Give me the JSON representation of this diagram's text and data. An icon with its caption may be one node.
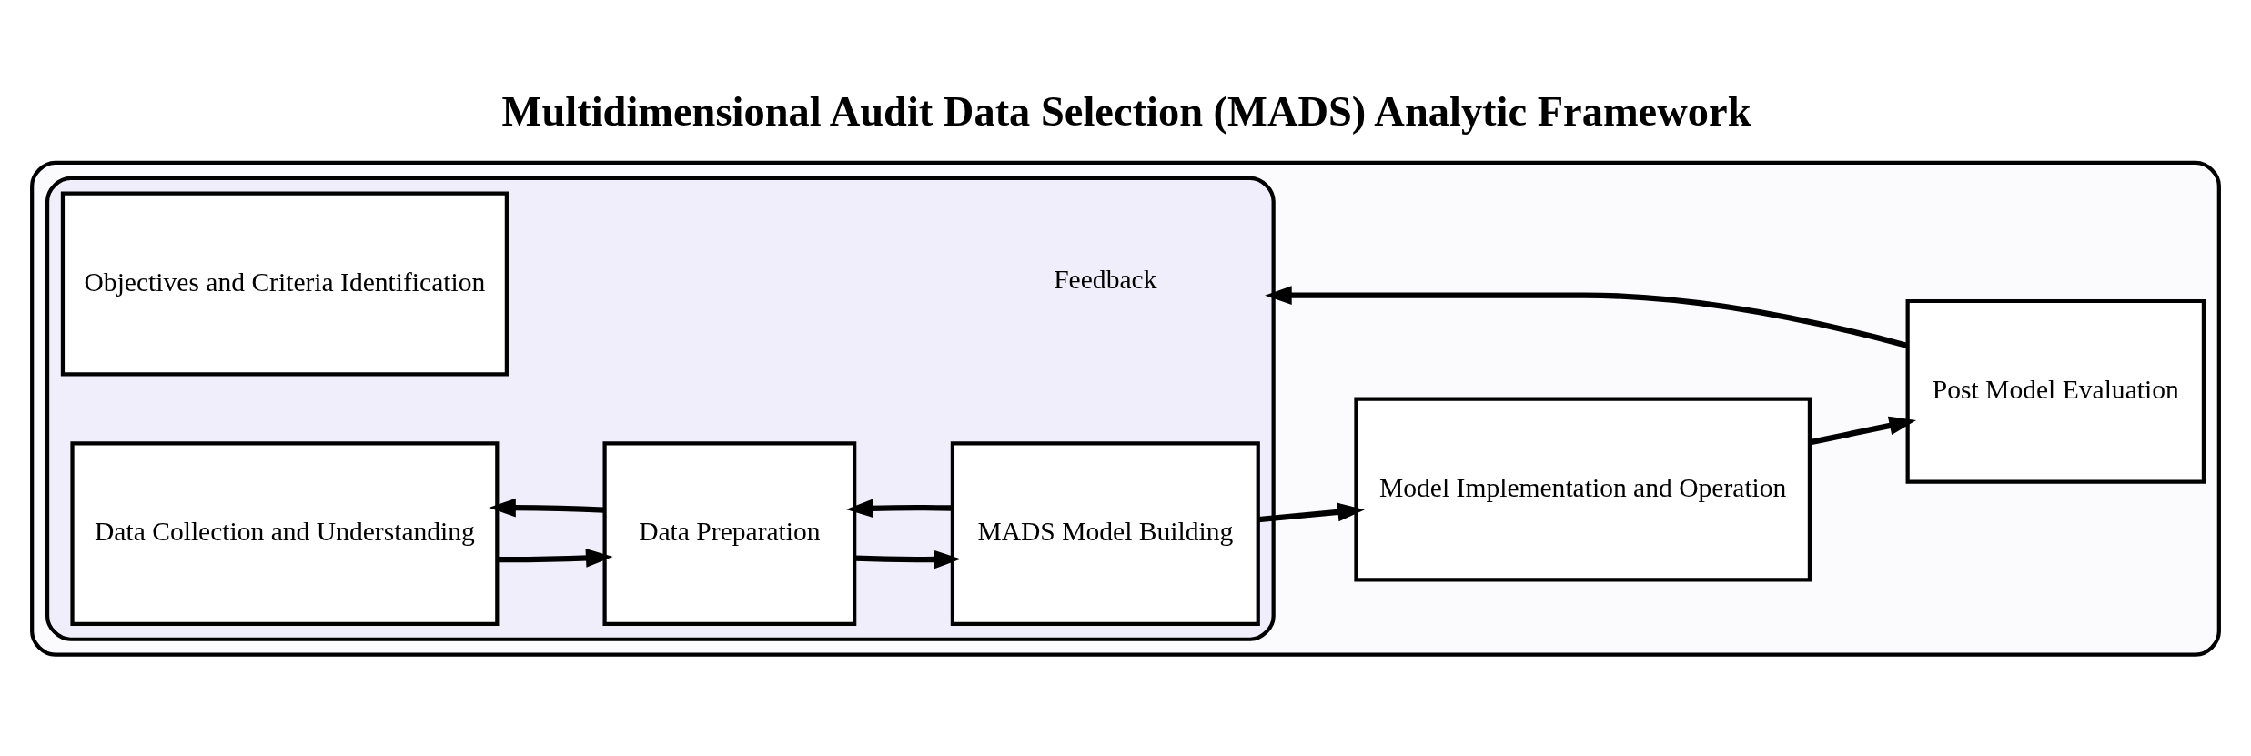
{
  "diagram": {
    "title": "Multidimensional Audit Data Selection (MADS) Analytic Framework",
    "nodes": [
      {
        "text": [],
        "shape": "box"
      },
      {
        "text": [],
        "shape": "box",
        "in": 0
      },
      {
        "text": [
          "Data Collection and Understanding"
        ],
        "in": 1
      },
      {
        "text": [
          "Data Preparation"
        ],
        "in": 1
      },
      {
        "text": [
          "MADS Model Building"
        ],
        "in": 1
      },
      {
        "text": [
          "Objectives and Criteria Identification"
        ],
        "in": 1
      },
      {
        "text": [
          "Model Implementation and Operation"
        ],
        "in": 0
      },
      {
        "text": [
          "Post Model Evaluation"
        ],
        "in": 0
      }
    ],
    "edges": [
      {
        "from": 3,
        "to": 2,
        "arrow": "to"
      },
      {
        "from": 2,
        "to": 3,
        "arrow": "to"
      },
      {
        "from": 4,
        "to": 3,
        "arrow": "to"
      },
      {
        "from": 3,
        "to": 4,
        "arrow": "to"
      },
      {
        "from": 4,
        "to": 6,
        "arrow": "to"
      },
      {
        "from": 6,
        "to": 7,
        "arrow": "to"
      },
      {
        "from": 7,
        "to": 1,
        "arrow": "to",
        "label": "Feedback"
      }
    ]
  }
}
